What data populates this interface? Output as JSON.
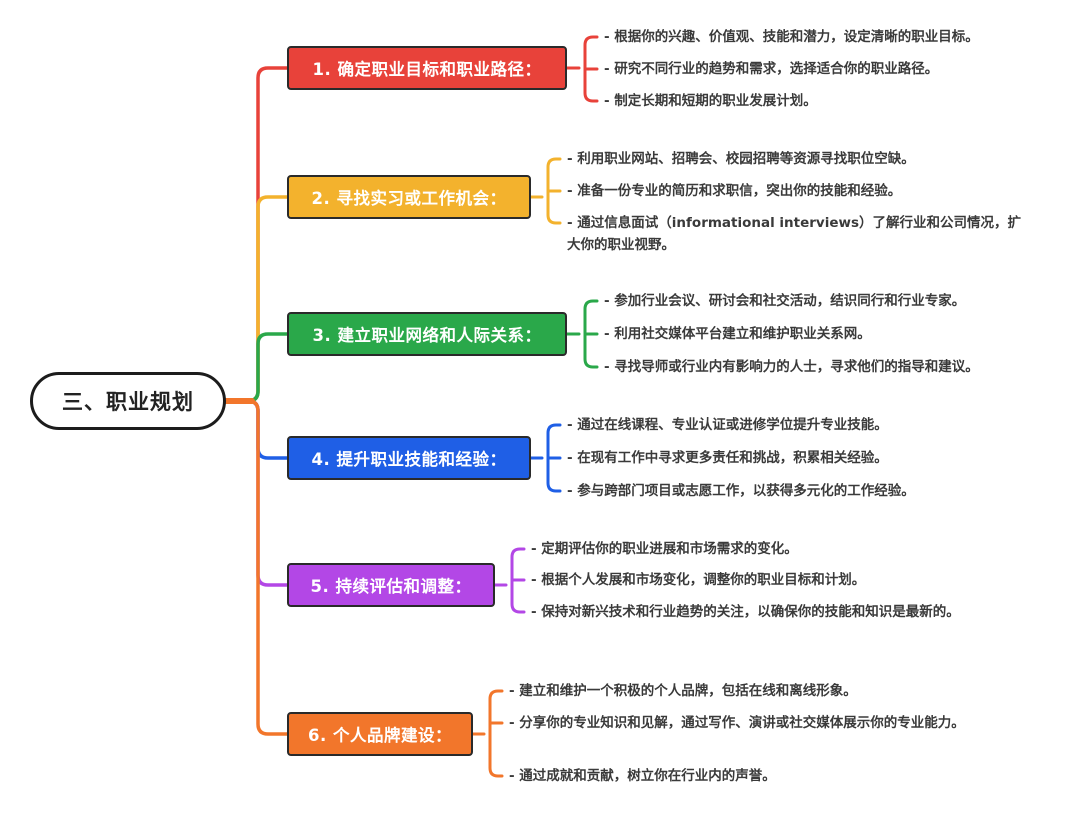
{
  "root": {
    "label": "三、职业规划"
  },
  "colors": {
    "red": "#e8423a",
    "yellow": "#f3b22d",
    "green": "#2aa84a",
    "blue": "#1f5fe6",
    "purple": "#b347e6",
    "orange": "#f2762b",
    "root_border": "#1c1c1c"
  },
  "branches": [
    {
      "title": "1. 确定职业目标和职业路径：",
      "color": "red",
      "items": [
        "- 根据你的兴趣、价值观、技能和潜力，设定清晰的职业目标。",
        "- 研究不同行业的趋势和需求，选择适合你的职业路径。",
        "- 制定长期和短期的职业发展计划。"
      ]
    },
    {
      "title": "2. 寻找实习或工作机会：",
      "color": "yellow",
      "items": [
        "- 利用职业网站、招聘会、校园招聘等资源寻找职位空缺。",
        "- 准备一份专业的简历和求职信，突出你的技能和经验。",
        "- 通过信息面试（informational interviews）了解行业和公司情况，扩大你的职业视野。"
      ]
    },
    {
      "title": "3. 建立职业网络和人际关系：",
      "color": "green",
      "items": [
        "- 参加行业会议、研讨会和社交活动，结识同行和行业专家。",
        "- 利用社交媒体平台建立和维护职业关系网。",
        "- 寻找导师或行业内有影响力的人士，寻求他们的指导和建议。"
      ]
    },
    {
      "title": "4. 提升职业技能和经验：",
      "color": "blue",
      "items": [
        "- 通过在线课程、专业认证或进修学位提升专业技能。",
        "- 在现有工作中寻求更多责任和挑战，积累相关经验。",
        "- 参与跨部门项目或志愿工作，以获得多元化的工作经验。"
      ]
    },
    {
      "title": "5. 持续评估和调整：",
      "color": "purple",
      "items": [
        "- 定期评估你的职业进展和市场需求的变化。",
        "- 根据个人发展和市场变化，调整你的职业目标和计划。",
        "- 保持对新兴技术和行业趋势的关注，以确保你的技能和知识是最新的。"
      ]
    },
    {
      "title": "6. 个人品牌建设：",
      "color": "orange",
      "items": [
        "- 建立和维护一个积极的个人品牌，包括在线和离线形象。",
        "- 分享你的专业知识和见解，通过写作、演讲或社交媒体展示你的专业能力。",
        "- 通过成就和贡献，树立你在行业内的声誉。"
      ]
    }
  ]
}
